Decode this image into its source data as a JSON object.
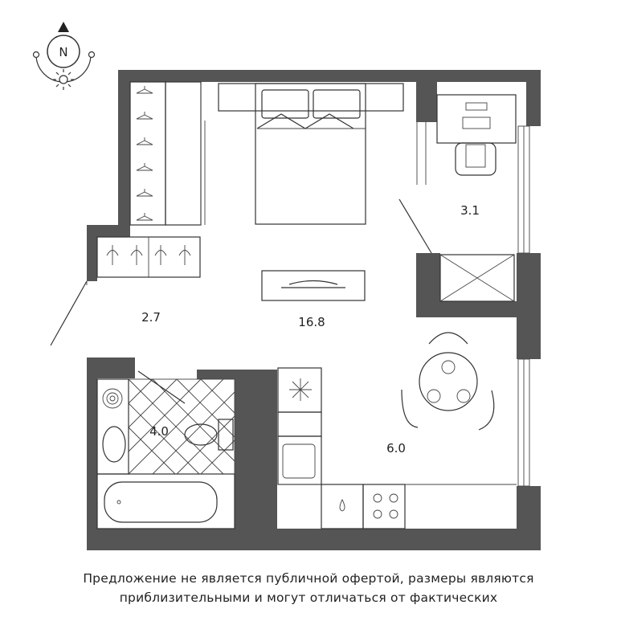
{
  "compass": {
    "letter": "N",
    "icon": "compass-sun-icon"
  },
  "rooms": [
    {
      "id": "hallway",
      "area": "2.7"
    },
    {
      "id": "living",
      "area": "16.8"
    },
    {
      "id": "balcony",
      "area": "3.1"
    },
    {
      "id": "bathroom",
      "area": "4.0"
    },
    {
      "id": "kitchen",
      "area": "6.0"
    }
  ],
  "disclaimer": {
    "line1": "Предложение не является публичной офертой, размеры являются",
    "line2": "приблизительными и могут отличаться от фактических"
  },
  "colors": {
    "wall": "#555555",
    "line": "#333333",
    "background": "#ffffff"
  }
}
